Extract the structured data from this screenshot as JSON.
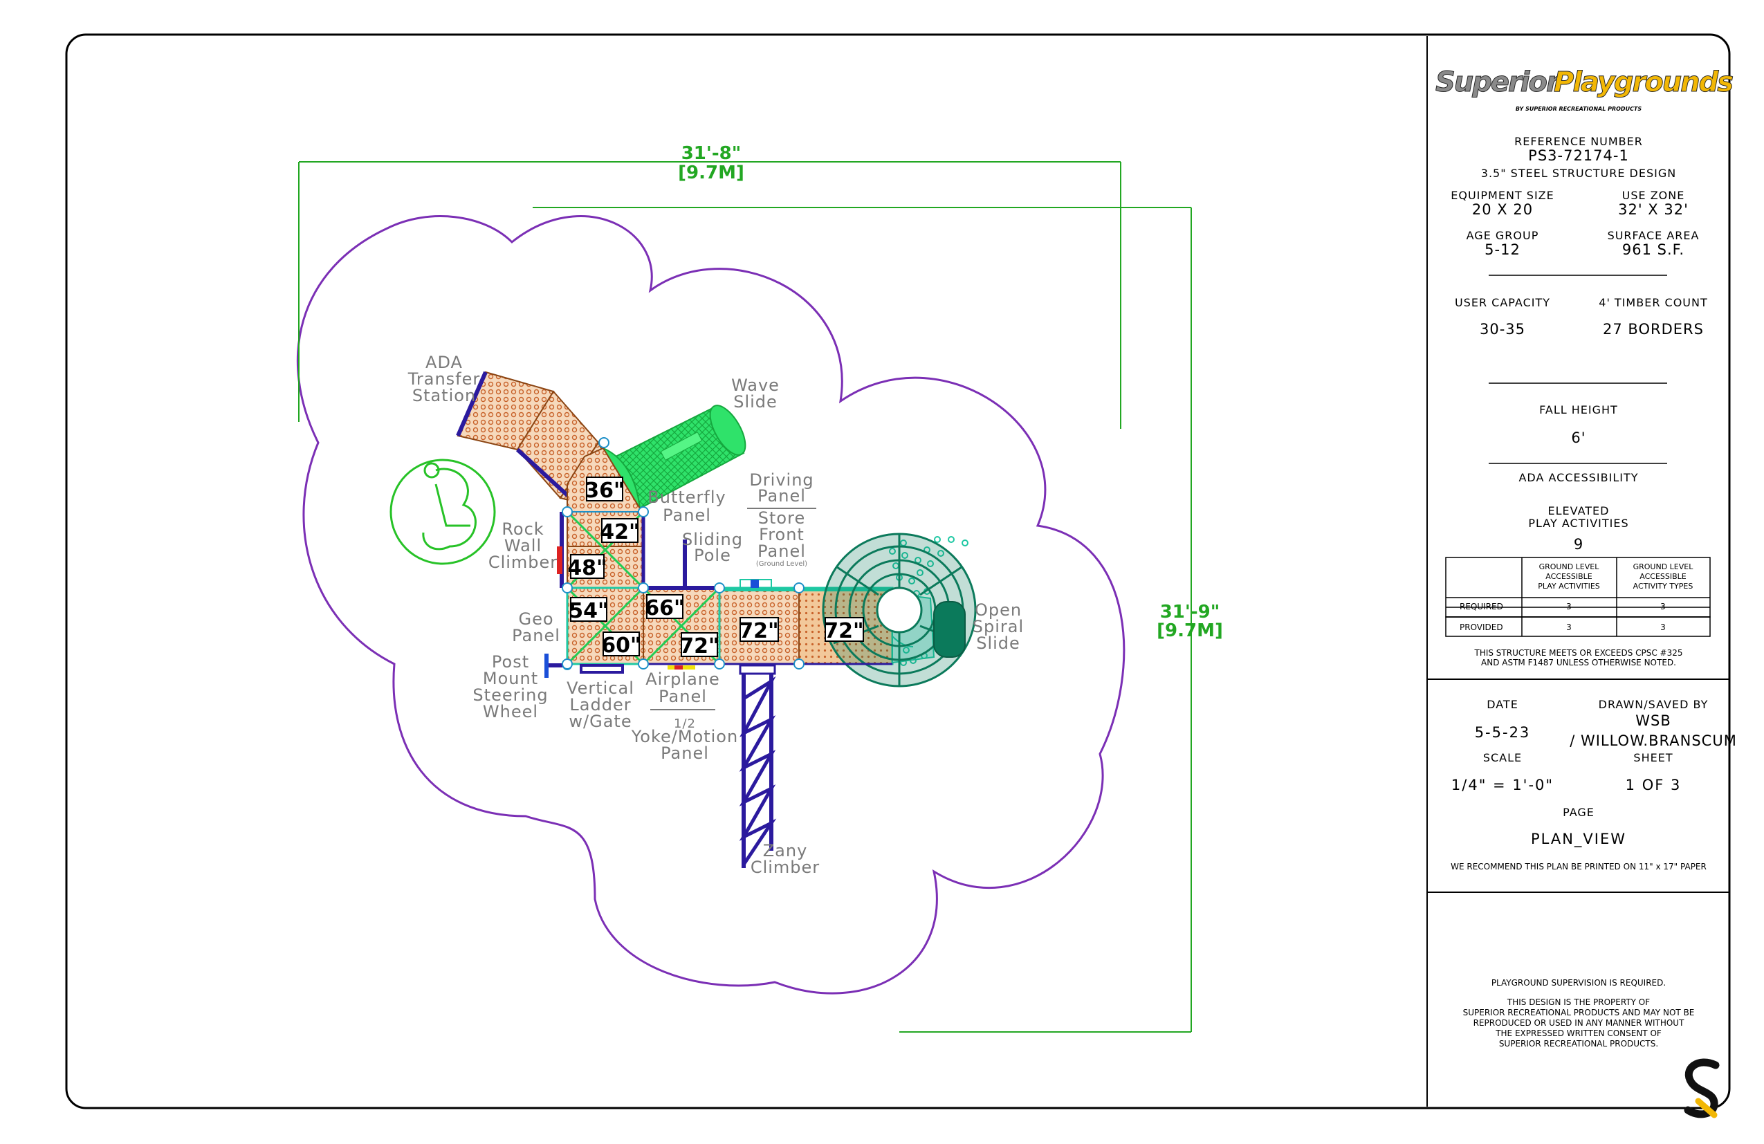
{
  "dimensions": {
    "width_imperial": "31'-8\"",
    "width_metric": "[9.7M]",
    "height_imperial": "31'-9\"",
    "height_metric": "[9.7M]"
  },
  "components": {
    "ada_transfer_station": [
      "ADA",
      "Transfer",
      "Station"
    ],
    "wave_slide": [
      "Wave",
      "Slide"
    ],
    "driving_panel": [
      "Driving",
      "Panel"
    ],
    "store_front_panel": [
      "Store",
      "Front",
      "Panel"
    ],
    "store_front_note": "(Ground Level)",
    "butterfly_panel": [
      "Butterfly",
      "Panel"
    ],
    "sliding_pole": [
      "Sliding",
      "Pole"
    ],
    "rock_wall_climber": [
      "Rock",
      "Wall",
      "Climber"
    ],
    "geo_panel": [
      "Geo",
      "Panel"
    ],
    "post_mount_steering_wheel": [
      "Post",
      "Mount",
      "Steering",
      "Wheel"
    ],
    "vertical_ladder": [
      "Vertical",
      "Ladder",
      "w/Gate"
    ],
    "airplane_panel": [
      "Airplane",
      "Panel"
    ],
    "yoke_motion_panel": [
      "1/2",
      "Yoke/Motion",
      "Panel"
    ],
    "zany_climber": [
      "Zany",
      "Climber"
    ],
    "open_spiral_slide": [
      "Open",
      "Spiral",
      "Slide"
    ]
  },
  "deck_heights": {
    "d36": "36\"",
    "d42": "42\"",
    "d48": "48\"",
    "d54": "54\"",
    "d60": "60\"",
    "d66": "66\"",
    "d72a": "72\"",
    "d72b": "72\"",
    "d72c": "72\""
  },
  "title_block": {
    "brand_superior": "Superior",
    "brand_playgrounds": "Playgrounds",
    "brand_sub": "BY SUPERIOR RECREATIONAL PRODUCTS",
    "reference_label": "REFERENCE NUMBER",
    "reference_number": "PS3-72174-1",
    "structure_design": "3.5\" STEEL STRUCTURE DESIGN",
    "equipment_size_label": "EQUIPMENT SIZE",
    "equipment_size": "20 X 20",
    "use_zone_label": "USE ZONE",
    "use_zone": "32' X 32'",
    "age_group_label": "AGE GROUP",
    "age_group": "5-12",
    "surface_area_label": "SURFACE AREA",
    "surface_area": "961 S.F.",
    "user_capacity_label": "USER CAPACITY",
    "user_capacity": "30-35",
    "timber_count_label": "4' TIMBER COUNT",
    "timber_count": "27 BORDERS",
    "fall_height_label": "FALL HEIGHT",
    "fall_height": "6'",
    "ada_label": "ADA ACCESSIBILITY",
    "elevated_label_1": "ELEVATED",
    "elevated_label_2": "PLAY ACTIVITIES",
    "elevated_count": "9",
    "table": {
      "col1": [
        "GROUND LEVEL",
        "ACCESSIBLE",
        "PLAY ACTIVITIES"
      ],
      "col2": [
        "GROUND LEVEL",
        "ACCESSIBLE",
        "ACTIVITY TYPES"
      ],
      "rows": [
        {
          "label": "REQUIRED",
          "a": "3",
          "b": "3"
        },
        {
          "label": "PROVIDED",
          "a": "3",
          "b": "3"
        }
      ]
    },
    "compliance_1": "THIS STRUCTURE MEETS OR EXCEEDS CPSC #325",
    "compliance_2": "AND ASTM F1487 UNLESS OTHERWISE NOTED.",
    "date_label": "DATE",
    "date": "5-5-23",
    "drawn_label": "DRAWN/SAVED BY",
    "drawn_1": "WSB",
    "drawn_2": "/ WILLOW.BRANSCUM",
    "scale_label": "SCALE",
    "scale": "1/4\" = 1'-0\"",
    "sheet_label": "SHEET",
    "sheet": "1  OF   3",
    "page_label": "PAGE",
    "page": "PLAN_VIEW",
    "print_note": "WE RECOMMEND THIS PLAN BE PRINTED ON 11\" x 17\" PAPER",
    "supervision": "PLAYGROUND SUPERVISION IS REQUIRED.",
    "property_lines": [
      "THIS DESIGN IS THE PROPERTY OF",
      "SUPERIOR RECREATIONAL PRODUCTS AND MAY NOT BE",
      "REPRODUCED OR USED IN ANY MANNER WITHOUT",
      "THE EXPRESSED WRITTEN CONSENT OF",
      "SUPERIOR RECREATIONAL PRODUCTS."
    ]
  },
  "colors": {
    "border": "#000000",
    "use_zone": "#7b2fb5",
    "dimension": "#22a722",
    "structure_blue": "#2b1a9e",
    "deck_tan": "#e8b07a",
    "deck_dot": "#c8622a",
    "wave_slide": "#22ee55",
    "spiral_slide": "#0b7a5b",
    "ada_symbol": "#27c227",
    "brand_yellow": "#f2b705",
    "brand_gray": "#8a8a8a"
  }
}
